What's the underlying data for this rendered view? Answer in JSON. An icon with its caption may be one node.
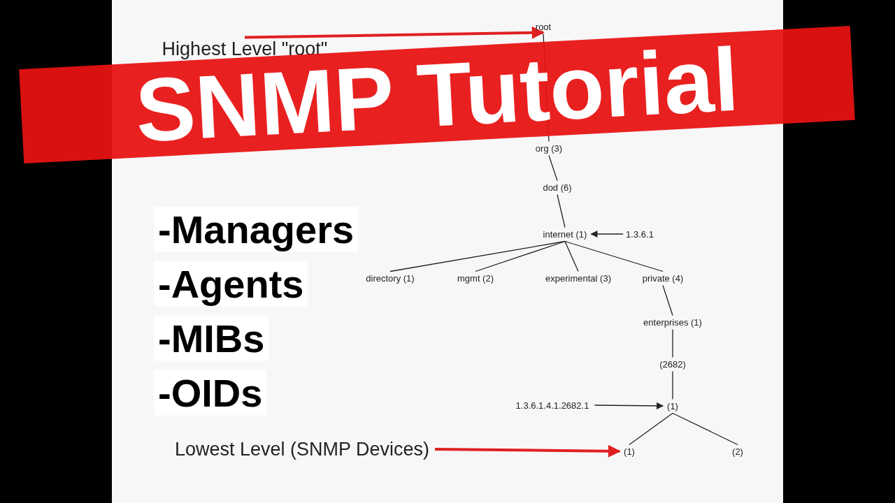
{
  "diagram": {
    "title": "SNMP Tutorial",
    "nodes": [
      {
        "text": [
          "Highest Level \"root\""
        ]
      },
      {
        "text": [
          "root"
        ]
      },
      {
        "text": [
          "org (3)"
        ]
      },
      {
        "text": [
          "dod (6)"
        ]
      },
      {
        "text": [
          "internet (1)"
        ]
      },
      {
        "text": [
          "1.3.6.1"
        ]
      },
      {
        "text": [
          "directory (1)"
        ]
      },
      {
        "text": [
          "mgmt (2)"
        ]
      },
      {
        "text": [
          "experimental (3)"
        ]
      },
      {
        "text": [
          "private (4)"
        ]
      },
      {
        "text": [
          "enterprises (1)"
        ]
      },
      {
        "text": [
          "(2682)"
        ]
      },
      {
        "text": [
          "1.3.6.1.4.1.2682.1"
        ]
      },
      {
        "text": [
          "(1)"
        ]
      },
      {
        "text": [
          "Lowest Level (SNMP Devices)"
        ]
      },
      {
        "text": [
          "(1)"
        ]
      },
      {
        "text": [
          "(2)"
        ]
      }
    ],
    "edges": [
      {
        "from": 0,
        "to": 1,
        "arrow": "to",
        "style": "thick",
        "color": "#e02020"
      },
      {
        "from": 1,
        "to": 2,
        "arrow": "none"
      },
      {
        "from": 2,
        "to": 3,
        "arrow": "none"
      },
      {
        "from": 3,
        "to": 4,
        "arrow": "none"
      },
      {
        "from": 5,
        "to": 4,
        "arrow": "to"
      },
      {
        "from": 4,
        "to": 6,
        "arrow": "none"
      },
      {
        "from": 4,
        "to": 7,
        "arrow": "none"
      },
      {
        "from": 4,
        "to": 8,
        "arrow": "none"
      },
      {
        "from": 4,
        "to": 9,
        "arrow": "none"
      },
      {
        "from": 9,
        "to": 10,
        "arrow": "none"
      },
      {
        "from": 10,
        "to": 11,
        "arrow": "none"
      },
      {
        "from": 11,
        "to": 13,
        "arrow": "none"
      },
      {
        "from": 12,
        "to": 13,
        "arrow": "to"
      },
      {
        "from": 13,
        "to": 15,
        "arrow": "none"
      },
      {
        "from": 13,
        "to": 16,
        "arrow": "none"
      },
      {
        "from": 14,
        "to": 15,
        "arrow": "to",
        "style": "thick",
        "color": "#e02020"
      }
    ],
    "labels": [
      "-Managers",
      "-Agents",
      "-MIBs",
      "-OIDs"
    ]
  }
}
